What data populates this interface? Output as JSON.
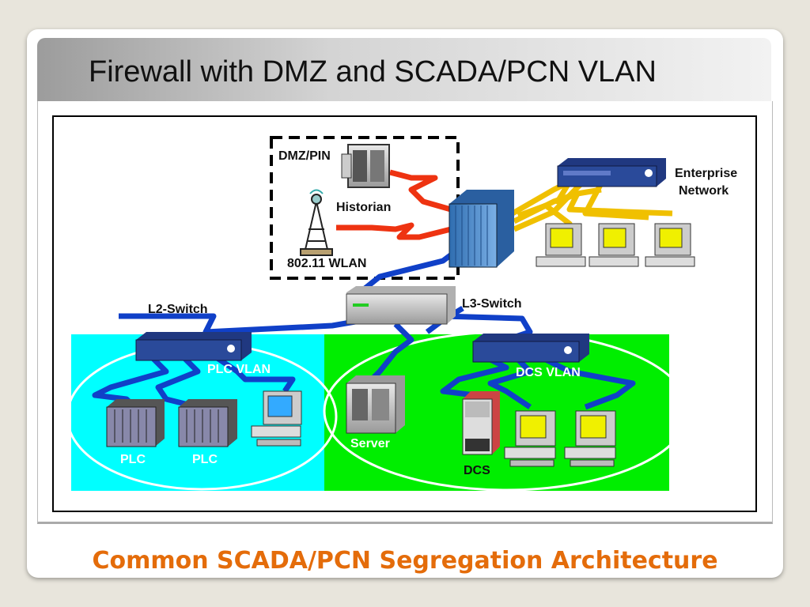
{
  "slide": {
    "title": "Firewall with DMZ and SCADA/PCN VLAN",
    "subtitle": "Common SCADA/PCN Segregation Architecture"
  },
  "diagram": {
    "labels": {
      "dmz": "DMZ/PIN",
      "historian": "Historian",
      "wlan": "802.11 WLAN",
      "enterprise_1": "Enterprise",
      "enterprise_2": "Network",
      "l3_switch": "L3-Switch",
      "l2_switch": "L2-Switch",
      "plc_vlan": "PLC VLAN",
      "dcs_vlan": "DCS VLAN",
      "plc_1": "PLC",
      "plc_2": "PLC",
      "server": "Server",
      "dcs": "DCS"
    },
    "colors": {
      "plc_zone": "#00ffff",
      "dcs_zone": "#00ee00",
      "link_blue": "#1040c8",
      "link_red": "#ee3311",
      "link_yellow": "#f0c000",
      "firewall": "#4a86c8"
    }
  }
}
